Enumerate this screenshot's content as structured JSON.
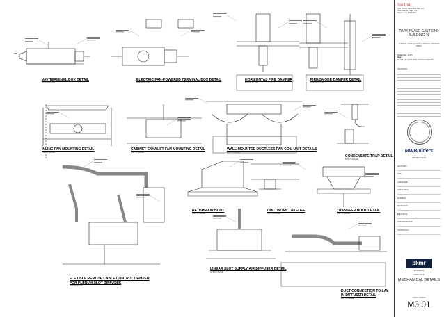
{
  "title_block": {
    "company": "VanTrust",
    "address_lines": [
      "VAN TRUST REAL ESTATE, LLC",
      "4900 Main St., Suite 400",
      "Kansas City, MO 64112"
    ],
    "project_name": "PARK PLACE EAST END BUILDING 'N'",
    "project_address": "11000 W. 116TH PLACE LEAWOOD, KANSAS 66211",
    "info_labels": [
      "Project No.",
      "Date",
      "Issued For"
    ],
    "info_values": [
      "12385",
      "-",
      "CONSTRUCTION DOCUMENTS"
    ],
    "revisions_label": "REVISIONS",
    "builder": "MWBuilders",
    "builder_sub": "PROJECT TEAM",
    "team_roles": [
      "ARCHITECT",
      "CIVIL",
      "LANDSCAPE",
      "STRUCTURAL",
      "PLUMBING",
      "MECHANICAL",
      "ELECTRICAL",
      "FIRE PROTECTION",
      "TECHNOLOGY"
    ],
    "consultant": "pkmr",
    "consultant_sub": "ENGINEERS",
    "sheet_label": "SHEET TITLE",
    "sheet_title": "MECHANICAL DETAILS",
    "sheet_number_label": "SHEET NUMBER",
    "sheet_number": "M3.01"
  },
  "details": {
    "vav": "VAV TERMINAL BOX DETAIL",
    "fan_powered": "ELECTRIC FAN-POWERED TERMINAL BOX DETAIL",
    "fire_damper": "HORIZONTAL FIRE DAMPER",
    "fire_smoke": "FIRE/SMOKE DAMPER DETAIL",
    "inline_fan": "INLINE FAN MOUNTING DETAIL",
    "cabinet_fan": "CABINET EXHAUST FAN MOUNTING DETAIL",
    "wall_fcu": "WALL-MOUNTED DUCTLESS FAN COIL UNIT DETAILS",
    "condensate": "CONDENSATE TRAP DETAIL",
    "flex_cable": "FLEXIBLE REMOTE CABLE CONTROL DAMPER FOR PLENUM SLOT DIFFUSER",
    "return_boot": "RETURN AIR BOOT",
    "takeoff": "DUCTWORK TAKEOFF",
    "transfer": "TRANSFER BOOT DETAIL",
    "linear_slot": "LINEAR SLOT SUPPLY AIR DIFFUSER DETAIL",
    "duct_conn": "DUCT CONNECTION TO LAY-IN DIFFUSER DETAIL"
  },
  "scale_text": "NOT TO SCALE",
  "colors": {
    "line": "#222222",
    "brand": "#b03030",
    "builder": "#14295a",
    "consultant": "#0f1f3d"
  }
}
